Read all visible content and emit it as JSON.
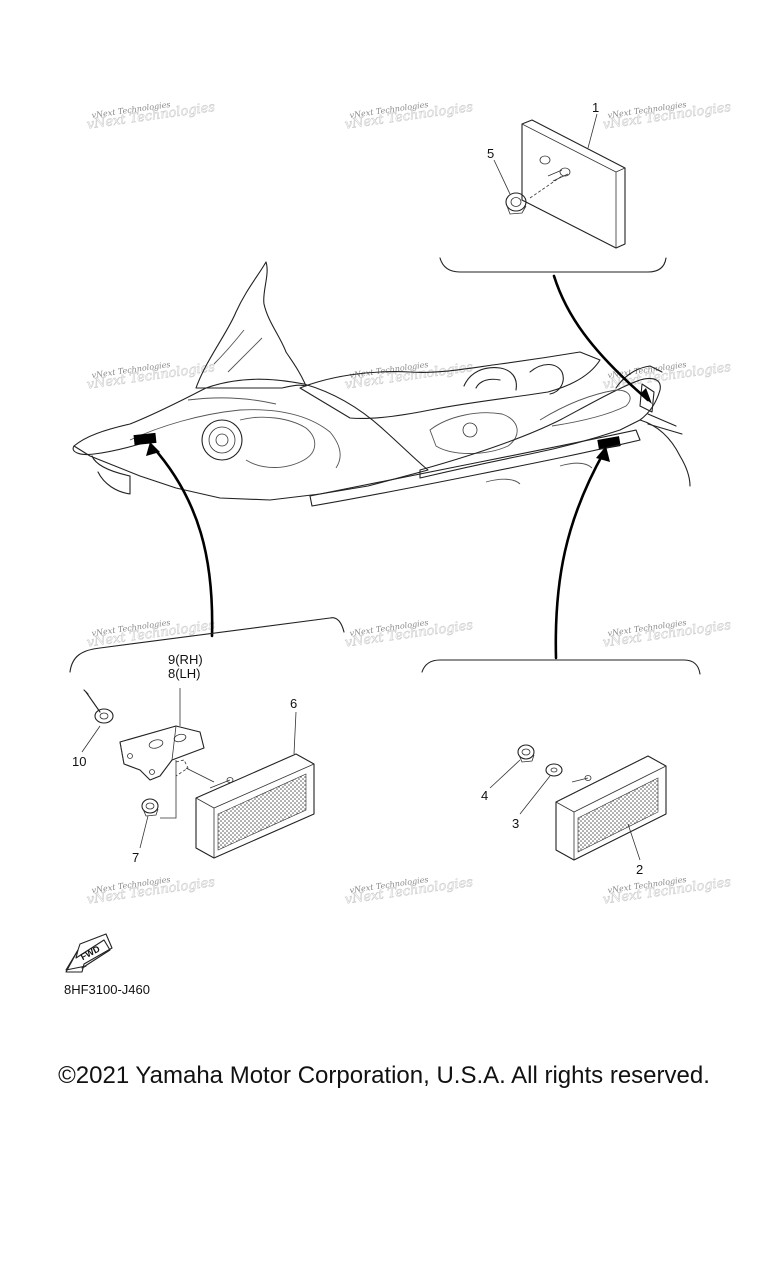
{
  "diagram": {
    "part_code": "8HF3100-J460",
    "fwd_label": "FWD",
    "callouts": {
      "c1": "1",
      "c2": "2",
      "c3": "3",
      "c4": "4",
      "c5": "5",
      "c6": "6",
      "c7": "7",
      "c8": "8(LH)",
      "c9": "9(RH)",
      "c10": "10"
    },
    "watermark": "vNext Technologies"
  },
  "footer": {
    "copyright": "©2021 Yamaha Motor Corporation, U.S.A. All rights reserved."
  }
}
